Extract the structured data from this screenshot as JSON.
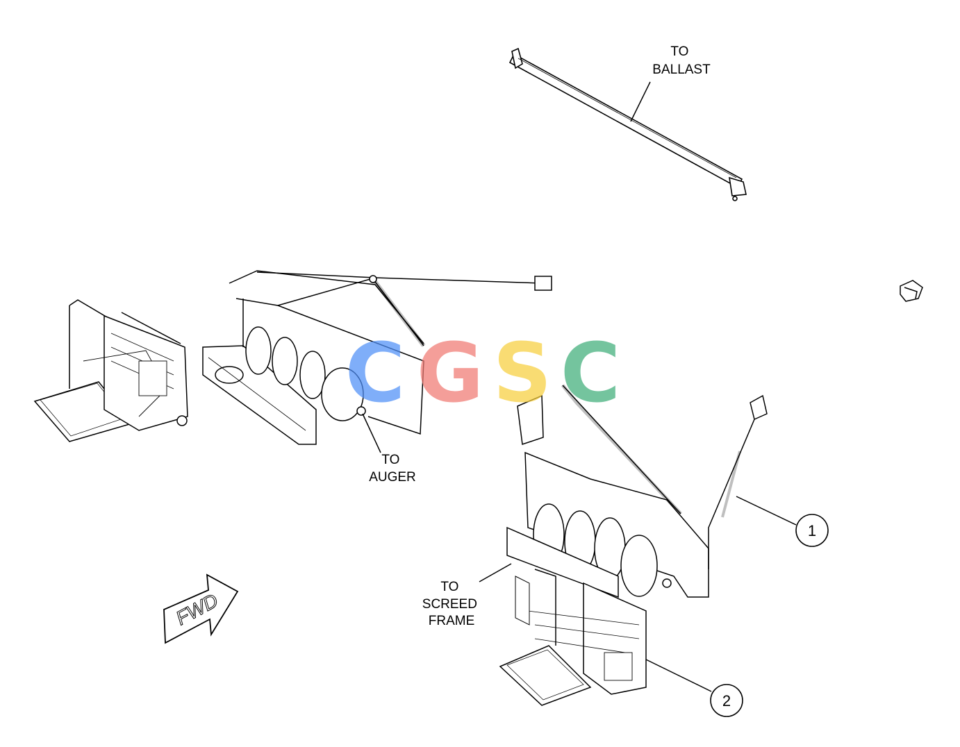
{
  "labels": {
    "to_ballast": [
      "TO",
      "BALLAST"
    ],
    "to_auger": [
      "TO",
      "AUGER"
    ],
    "to_screed_frame": [
      "TO",
      "SCREED",
      "FRAME"
    ],
    "fwd_arrow": "FWD"
  },
  "callouts": [
    "1",
    "2"
  ],
  "watermark": {
    "letters": [
      "C",
      "G",
      "S",
      "C"
    ],
    "colors": [
      "#4f8ff7",
      "#f07a73",
      "#f7cf3e",
      "#3fae7a"
    ]
  }
}
